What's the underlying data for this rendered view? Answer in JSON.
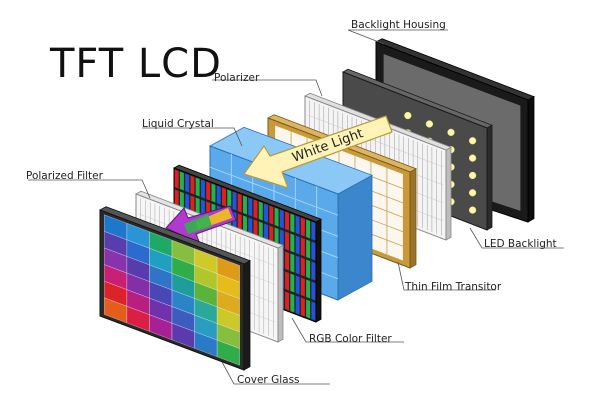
{
  "title": "TFT LCD",
  "labels": {
    "backlight_housing": "Backlight Housing",
    "polarizer": "Polarizer",
    "liquid_crystal": "Liquid Crystal",
    "polarized_filter": "Polarized Filter",
    "white_light": "White Light",
    "led_backlight": "LED Backlight",
    "thin_film_transistor": "Thin Film Transitor",
    "rgb_color_filter": "RGB Color Filter",
    "cover_glass": "Cover Glass"
  },
  "colors": {
    "housing_frame": "#1a1a1a",
    "housing_inner": "#6b6b6b",
    "led_panel": "#4a4a4a",
    "led_dot": "#fff6a8",
    "polarizer_face": "#f4f4f4",
    "polarizer_lines": "#9a9a9a",
    "tft_frame": "#c99a3a",
    "tft_face": "#fbf7ee",
    "liquid_crystal": "#5aa9ea",
    "liquid_crystal_edge": "#2a6fb8",
    "arrow_fill": "#fff3b8",
    "arrow_edge": "#b89a3a",
    "rgb_red": "#e02020",
    "rgb_green": "#22b34a",
    "rgb_blue": "#2255dd"
  },
  "cover_glass_grid": [
    [
      "#1f7bd6",
      "#2b9be0",
      "#1fb06a",
      "#8dc63f",
      "#d9d22a",
      "#e8a21a"
    ],
    [
      "#5a3fb5",
      "#2b6fd6",
      "#20a6c9",
      "#31b44b",
      "#b9cf2c",
      "#f0c419"
    ],
    [
      "#8e34b2",
      "#5b3db6",
      "#2f7ad0",
      "#1fa3a3",
      "#5dbb3c",
      "#e6b21e"
    ],
    [
      "#d1207a",
      "#8a2fb0",
      "#4b49c0",
      "#2b8ad1",
      "#2bb0a0",
      "#d4d22a"
    ],
    [
      "#e6232b",
      "#c01f86",
      "#7433b1",
      "#3d5fc8",
      "#2aa3c8",
      "#8cc63f"
    ],
    [
      "#f0601a",
      "#e31f48",
      "#b0209a",
      "#5e3bb6",
      "#2b7fd0",
      "#31b44b"
    ]
  ]
}
